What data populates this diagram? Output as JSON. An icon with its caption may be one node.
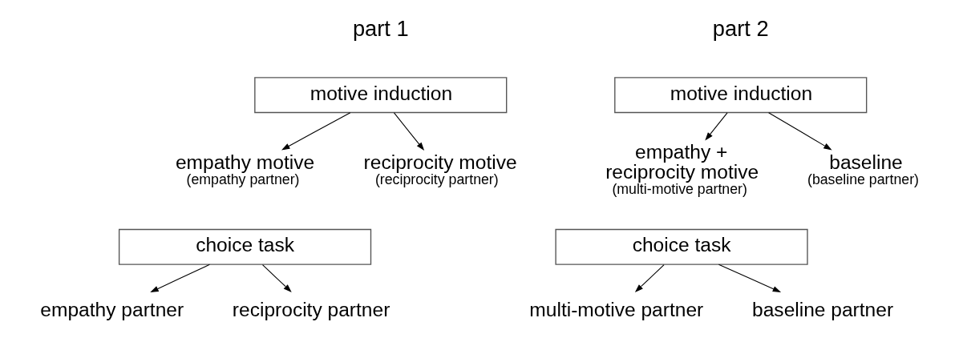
{
  "diagram": {
    "nodes": [
      {
        "text": [
          "motive induction"
        ]
      },
      {
        "text": [
          "empathy motive",
          "(empathy partner)"
        ]
      },
      {
        "text": [
          "reciprocity motive",
          "(reciprocity partner)"
        ]
      },
      {
        "text": [
          "choice task"
        ]
      },
      {
        "text": [
          "empathy partner"
        ]
      },
      {
        "text": [
          "reciprocity partner"
        ]
      },
      {
        "text": [
          "motive induction"
        ]
      },
      {
        "text": [
          "empathy + reciprocity motive",
          "(multi-motive partner)"
        ]
      },
      {
        "text": [
          "baseline",
          "(baseline partner)"
        ]
      },
      {
        "text": [
          "choice task"
        ]
      },
      {
        "text": [
          "multi-motive partner"
        ]
      },
      {
        "text": [
          "baseline partner"
        ]
      }
    ],
    "edges": [
      {
        "from": 0,
        "to": 1,
        "arrow": "to"
      },
      {
        "from": 0,
        "to": 2,
        "arrow": "to"
      },
      {
        "from": 3,
        "to": 4,
        "arrow": "to"
      },
      {
        "from": 3,
        "to": 5,
        "arrow": "to"
      },
      {
        "from": 6,
        "to": 7,
        "arrow": "to"
      },
      {
        "from": 6,
        "to": 8,
        "arrow": "to"
      },
      {
        "from": 9,
        "to": 10,
        "arrow": "to"
      },
      {
        "from": 9,
        "to": 11,
        "arrow": "to"
      }
    ],
    "labels": [
      "part 1",
      "part 2"
    ]
  }
}
